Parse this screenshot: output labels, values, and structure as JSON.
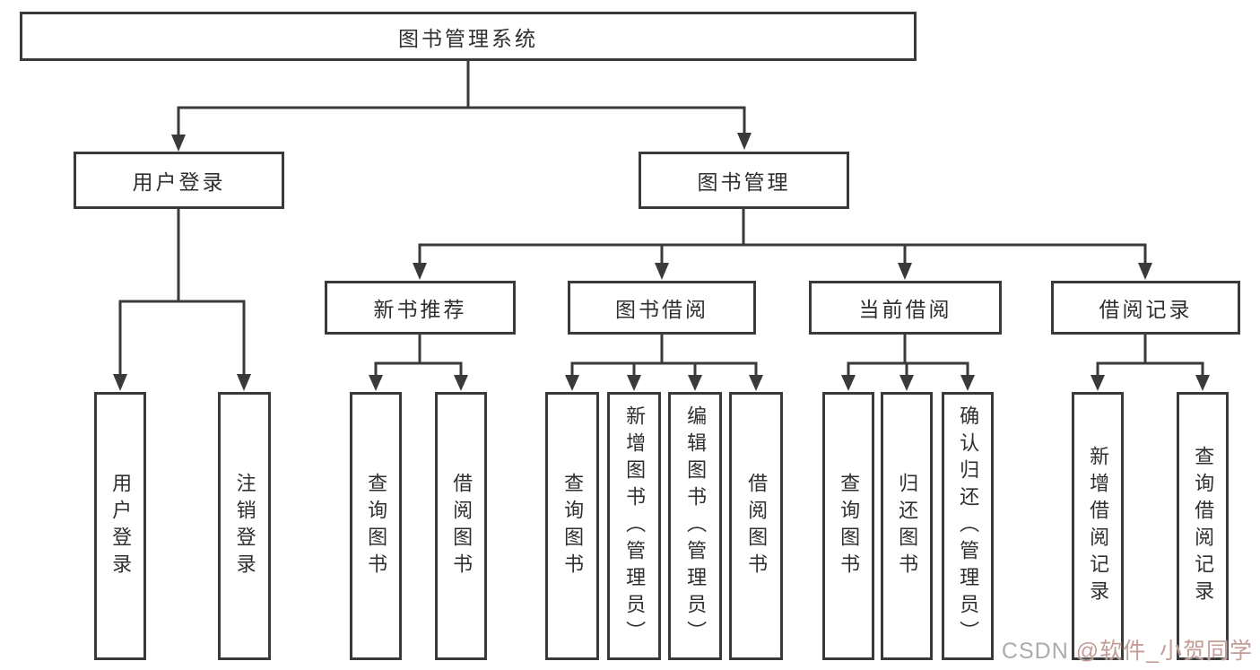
{
  "diagram": {
    "title": "图书管理系统",
    "type": "function-structure-tree"
  },
  "nodes": {
    "root": {
      "label": "图书管理系统"
    },
    "login": {
      "label": "用户登录"
    },
    "mgmt": {
      "label": "图书管理"
    },
    "login_user": {
      "label": "用户登录"
    },
    "login_logout": {
      "label": "注销登录"
    },
    "newbook": {
      "label": "新书推荐"
    },
    "borrow": {
      "label": "图书借阅"
    },
    "current": {
      "label": "当前借阅"
    },
    "records": {
      "label": "借阅记录"
    },
    "newbook_query": {
      "label": "查询图书"
    },
    "newbook_borrow": {
      "label": "借阅图书"
    },
    "borrow_query": {
      "label": "查询图书"
    },
    "borrow_add": {
      "label": "新增图书（管理员）"
    },
    "borrow_edit": {
      "label": "编辑图书（管理员）"
    },
    "borrow_lend": {
      "label": "借阅图书"
    },
    "current_query": {
      "label": "查询图书"
    },
    "current_return": {
      "label": "归还图书"
    },
    "current_confirm": {
      "label": "确认归还（管理员）"
    },
    "records_add": {
      "label": "新增借阅记录"
    },
    "records_query": {
      "label": "查询借阅记录"
    }
  },
  "hierarchy": {
    "图书管理系统": {
      "用户登录": [
        "用户登录",
        "注销登录"
      ],
      "图书管理": {
        "新书推荐": [
          "查询图书",
          "借阅图书"
        ],
        "图书借阅": [
          "查询图书",
          "新增图书（管理员）",
          "编辑图书（管理员）",
          "借阅图书"
        ],
        "当前借阅": [
          "查询图书",
          "归还图书",
          "确认归还（管理员）"
        ],
        "借阅记录": [
          "新增借阅记录",
          "查询借阅记录"
        ]
      }
    }
  },
  "watermark": {
    "prefix": "CSDN ",
    "handle": "@软件_小贺同学"
  },
  "colors": {
    "line": "#3a3a3a",
    "box_border": "#3a3a3a",
    "text": "#2f2f2f",
    "background": "#ffffff",
    "watermark_gray": "#aeabaa",
    "watermark_red": "#c49d97"
  }
}
